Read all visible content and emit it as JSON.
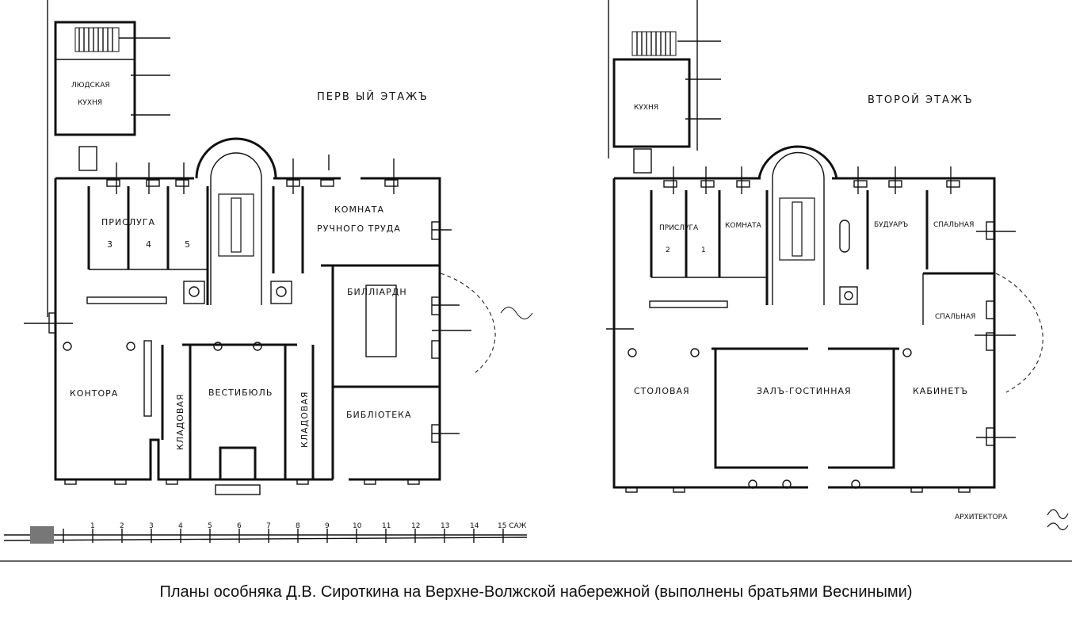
{
  "plan1": {
    "title": "ПЕРВ ЫЙ ЭТАЖЪ",
    "rooms": {
      "servants_kitchen_1": "ЛЮДСКАЯ",
      "servants_kitchen_2": "КУХНЯ",
      "servants": "ПРИСЛУГА",
      "n3": "3",
      "n4": "4",
      "n5": "5",
      "workroom_1": "КОМНАТА",
      "workroom_2": "РУЧНОГО ТРУДА",
      "billiard": "БИЛЛІАРДН",
      "office": "КОНТОРА",
      "pantry_left": "КЛАДОВАЯ",
      "vestibule": "ВЕСТИБЮЛЬ",
      "pantry_right": "КЛАДОВАЯ",
      "library": "БИБЛІОТЕКА"
    },
    "scale_ticks": [
      "1",
      "2",
      "3",
      "4",
      "5",
      "6",
      "7",
      "8",
      "9",
      "10",
      "11",
      "12",
      "13",
      "14",
      "15 САЖ"
    ]
  },
  "plan2": {
    "title": "ВТОРОЙ ЭТАЖЪ",
    "rooms": {
      "kitchen": "КУХНЯ",
      "servants": "ПРИСЛУГА",
      "n2": "2",
      "n1": "1",
      "room": "КОМНАТА",
      "boudoir": "БУДУАРЪ",
      "bedroom_1": "СПАЛЬНАЯ",
      "bedroom_2": "СПАЛЬНАЯ",
      "dining": "СТОЛОВАЯ",
      "hall": "ЗАЛЪ-ГОСТИННАЯ",
      "study": "КАБИНЕТЪ"
    },
    "signature": "АРХИТЕКТОРА"
  },
  "caption": "Планы особняка Д.В. Сироткина на Верхне-Волжской набережной (выполнены братьями Весниными)"
}
